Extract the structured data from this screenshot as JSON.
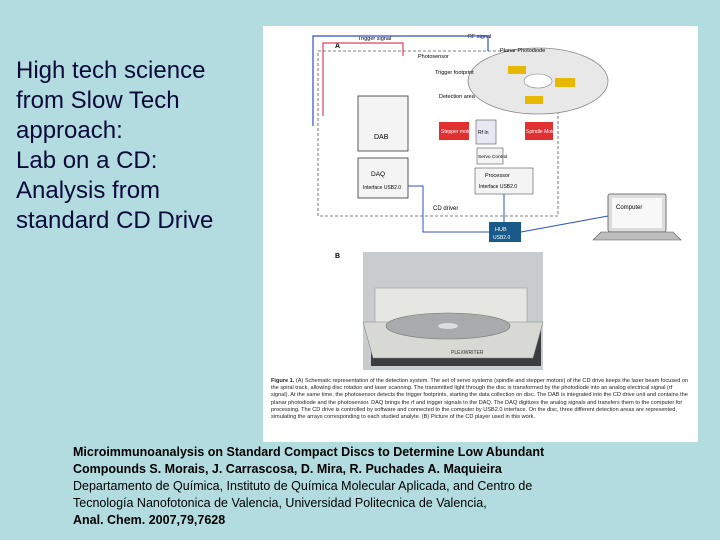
{
  "slide": {
    "title": "High tech science\n from Slow Tech\napproach:\n Lab on a CD:\nAnalysis from\nstandard CD Drive"
  },
  "figure": {
    "panel_a": "A",
    "panel_b": "B",
    "labels": {
      "trigger_signal": "Trigger signal",
      "rf_signal": "RF signal",
      "photosensor": "Photosensor",
      "planar_photodiode": "Planar Photodiode",
      "trigger_footprint": "Trigger footprint",
      "detection_area": "Detection area",
      "dab": "DAB",
      "stepper_motor": "Stepper motor",
      "rfu": "Rf In",
      "spindle_motor": "Spindle Motor",
      "servo_control": "Servo Control",
      "processor": "Processor",
      "interface_usb": "Interface USB2.0",
      "daq": "DAQ",
      "daq_interface": "Interface USB2.0",
      "cd_driver": "CD driver",
      "computer": "Computer",
      "hub": "HUB",
      "hub_usb": "USB2.0",
      "drive_brand": "PLEXWRITER"
    },
    "caption_label": "Figure 1.",
    "caption_text": "(A) Schematic representation of the detection system. The set of servo systems (spindle and stepper motors) of the CD drive keeps the laser beam focused on the spiral track, allowing disc rotation and laser scanning. The transmitted light through the disc is transformed by the photodiode into an analog electrical signal (rf signal). At the same time, the photosensor detects the trigger footprints, starting the data collection on disc. The DAB is integrated into the CD drive unit and contains the planar photodiode and the photosensor. DAQ brings the rf and trigger signals to the DAQ. The DAQ digitizes the analog signals and transfers them to the computer for processing. The CD drive is controlled by software and connected to the computer by USB2.0 interface. On the disc, three different detection areas are represented, simulating the arrays corresponding to each studied analyte. (B) Picture of the CD player used in this work."
  },
  "citation": {
    "line1": "Microimmunoanalysis on Standard Compact Discs to Determine Low Abundant",
    "line2": "Compounds S. Morais, J. Carrascosa, D. Mira, R. Puchades A. Maquieira",
    "line3": "Departamento de Química, Instituto de Química Molecular Aplicada, and Centro de",
    "line4": "Tecnología Nanofotonica de Valencia, Universidad Politecnica de Valencia,",
    "line5": "Anal. Chem.  2007,79,7628"
  }
}
